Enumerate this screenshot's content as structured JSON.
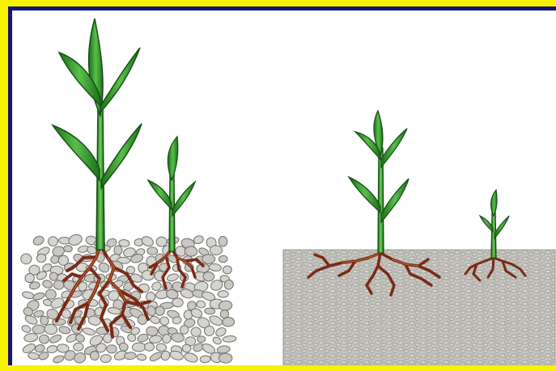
{
  "figure": {
    "border_outer_color": "#f7f200",
    "border_inner_color": "#15147a",
    "background_color": "#ffffff"
  },
  "scenes": [
    {
      "id": "left-scene",
      "soil": "loose-gravel",
      "plants": [
        "tall-plant",
        "short-plant"
      ],
      "roots": "deep-branching"
    },
    {
      "id": "right-scene",
      "soil": "compacted-fine-gravel",
      "plants": [
        "medium-plant",
        "small-plant"
      ],
      "roots": "shallow-spreading"
    }
  ],
  "colors": {
    "leaf_dark": "#1e6d1c",
    "leaf_mid": "#39a535",
    "leaf_light": "#8fe07b",
    "root": "#7a2a14",
    "root_highlight": "#c6652f",
    "soil_stone": "#c9c7c2",
    "soil_stone_edge": "#6f6d69",
    "soil_compact": "#bab8b2"
  }
}
